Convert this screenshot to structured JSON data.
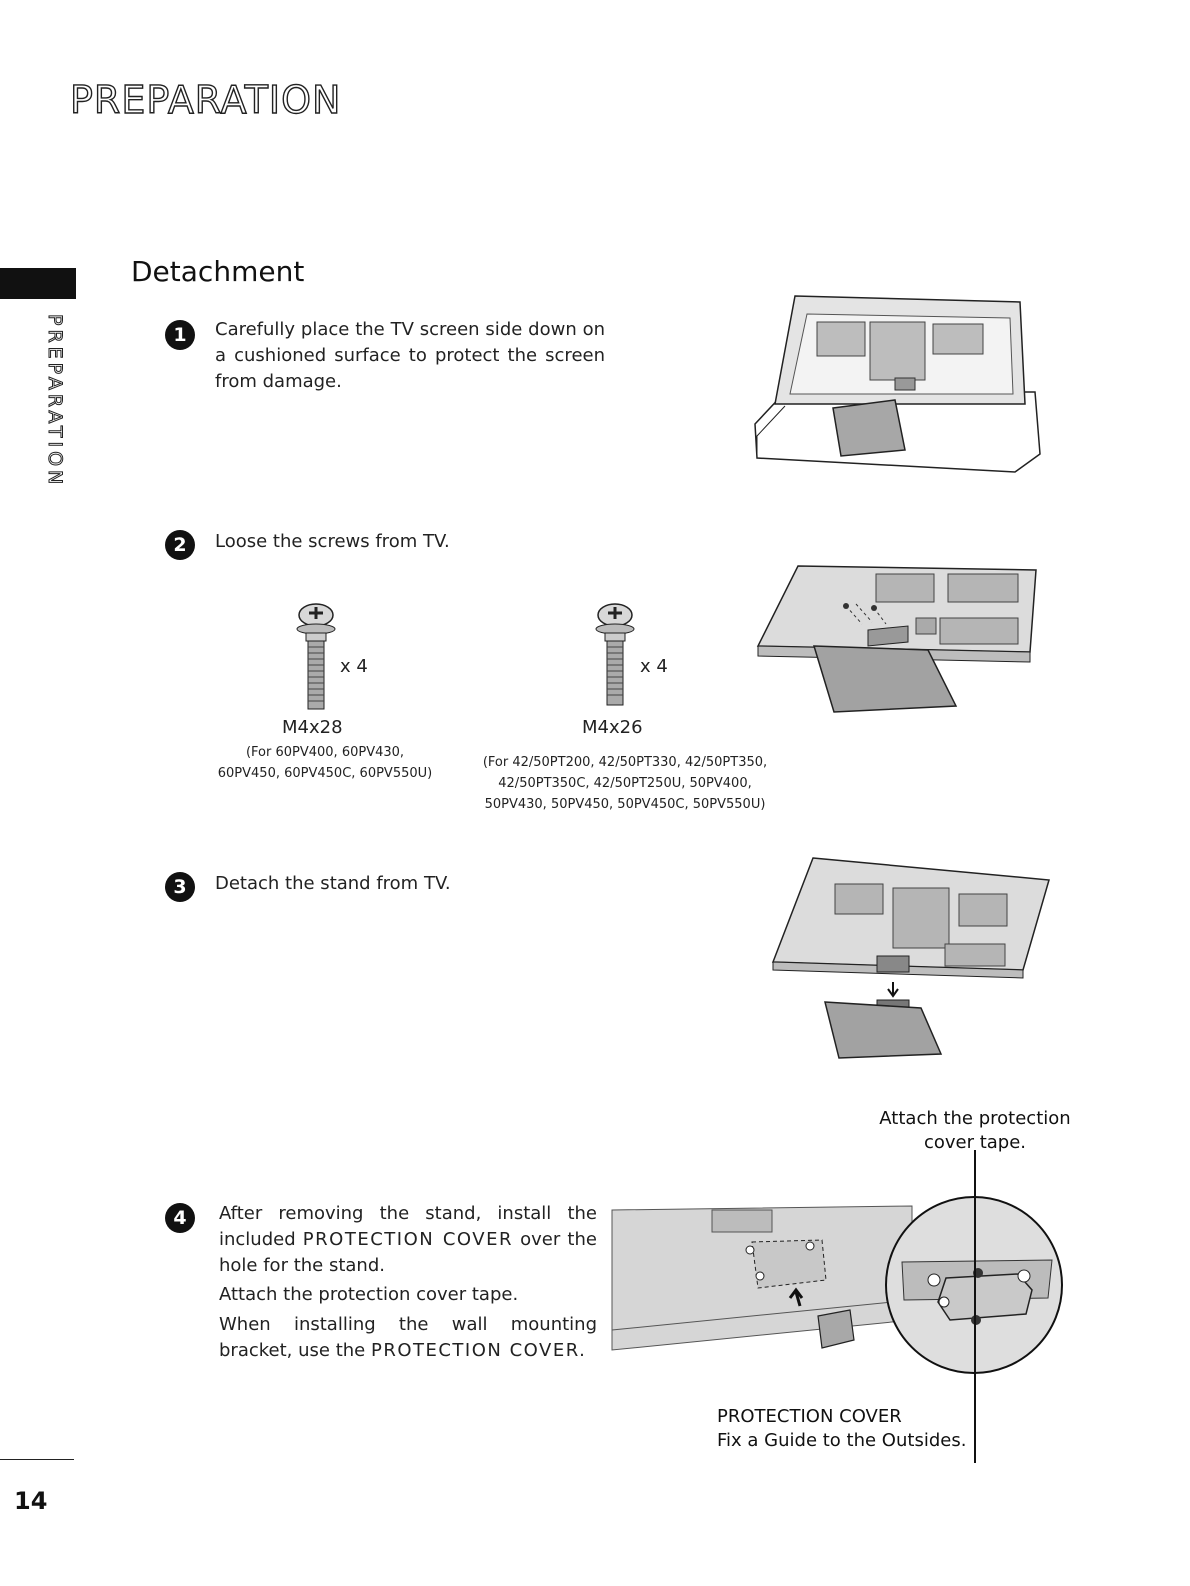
{
  "header": {
    "title": "PREPARATION"
  },
  "sidebar": {
    "label": "PREPARATION"
  },
  "section": {
    "title": "Detachment"
  },
  "steps": [
    {
      "number": "1",
      "text": "Carefully place the TV screen side down on a cushioned surface to protect the screen from damage."
    },
    {
      "number": "2",
      "text": "Loose the screws from TV."
    },
    {
      "number": "3",
      "text": "Detach the stand from TV."
    },
    {
      "number": "4",
      "text_a": "After removing the stand, install the included",
      "text_b": "PROTECTION COVER",
      "text_c": "over the hole for the stand.",
      "text_d": "Attach the protection cover tape.",
      "text_e": "When installing the wall mounting bracket, use the",
      "text_f": "PROTECTION COVER."
    }
  ],
  "screws": [
    {
      "name": "M4x28",
      "qty": "x 4",
      "models_1": "(For 60PV400, 60PV430,",
      "models_2": "60PV450, 60PV450C, 60PV550U)"
    },
    {
      "name": "M4x26",
      "qty": "x 4",
      "models_1": "(For 42/50PT200, 42/50PT330, 42/50PT350,",
      "models_2": "42/50PT350C, 42/50PT250U, 50PV400,",
      "models_3": "50PV430, 50PV450, 50PV450C, 50PV550U)"
    }
  ],
  "callouts": {
    "tape_1": "Attach the protection",
    "tape_2": "cover tape.",
    "cover_1": "PROTECTION COVER",
    "cover_2": "Fix a Guide to the Outsides."
  },
  "footer": {
    "page_number": "14"
  }
}
